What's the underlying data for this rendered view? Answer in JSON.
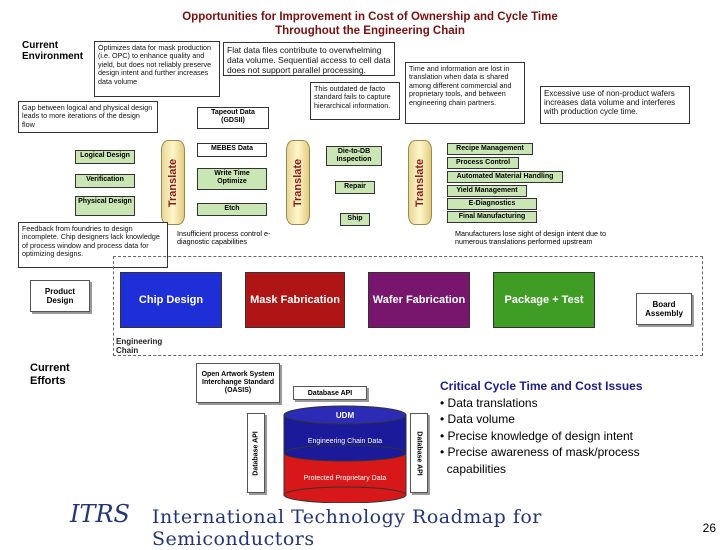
{
  "title": {
    "line1": "Opportunities for Improvement in Cost of Ownership and Cycle Time",
    "line2": "Throughout the Engineering Chain"
  },
  "labels": {
    "current_environment": "Current Environment",
    "current_efforts": "Current Efforts",
    "engineering_chain": "Engineering Chain",
    "translate": "Translate"
  },
  "notes": {
    "opc": "Optimizes data for mask production (i.e. OPC) to enhance quality and yield, but does not reliably preserve design intent and further increases data volume",
    "flat": "Flat data files contribute to overwhelming data volume. Sequential access to cell data does not support parallel processing.",
    "time_info": "Time and information are lost in translation when data is shared among different commercial and proprietary tools, and between engineering chain partners.",
    "gds": "This outdated de facto standard fails to capture hierarchical information.",
    "excessive": "Excessive use of non-product wafers increases data volume and interferes with production cycle time.",
    "gap": "Gap between logical and physical design leads to more iterations of the design flow",
    "feedback": "Feedback from foundries to design incomplete. Chip designers lack knowledge of process window and process data for optimizing designs.",
    "insufficient": "Insufficient process control e-diagnostic capabilities",
    "manufacturers": "Manufacturers lose sight of design intent due to numerous translations performed upstream"
  },
  "design_boxes": [
    "Logical Design",
    "Verification",
    "Physical Design"
  ],
  "mask_boxes": {
    "tapeout": "Tapeout Data (GDSII)",
    "mebes": "MEBES Data",
    "write_time": "Write Time Optimize",
    "etch": "Etch"
  },
  "inspection_boxes": [
    "Die-to-DB Inspection",
    "Repair",
    "Ship"
  ],
  "fab_boxes": [
    "Recipe Management",
    "Process Control",
    "Automated Material Handling",
    "Yield Management",
    "E-Diagnostics",
    "Final Manufacturing"
  ],
  "stages": [
    {
      "label": "Chip Design",
      "color": "#1f2fd8"
    },
    {
      "label": "Mask Fabrication",
      "color": "#b01515"
    },
    {
      "label": "Wafer Fabrication",
      "color": "#78166e"
    },
    {
      "label": "Package + Test",
      "color": "#3f9c25"
    }
  ],
  "product_design": "Product Design",
  "board_assembly": "Board Assembly",
  "oasis": "Open Artwork System Interchange Standard (OASIS)",
  "database_api": "Database API",
  "udm": {
    "top": "UDM",
    "middle": "Engineering Chain Data",
    "bottom": "Protected Proprietary Data"
  },
  "issues": {
    "heading": "Critical Cycle Time and Cost Issues",
    "items": [
      "• Data translations",
      "• Data volume",
      "• Precise knowledge of design intent",
      "• Precise awareness of mask/process",
      "  capabilities"
    ]
  },
  "footer": {
    "logo": "ITRS",
    "text": "International Technology Roadmap for Semiconductors",
    "page": "26"
  },
  "colors": {
    "title": "#7a1010",
    "green_box": "#c9e6b4",
    "footer_text": "#23357a"
  }
}
